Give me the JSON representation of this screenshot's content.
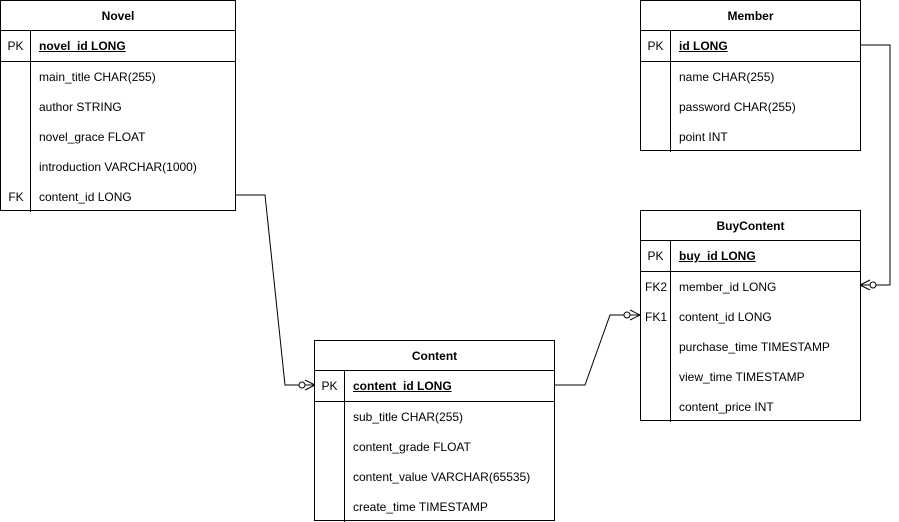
{
  "entities": {
    "novel": {
      "title": "Novel",
      "pk": {
        "key": "PK",
        "label": "novel_id LONG"
      },
      "fields": [
        {
          "key": "",
          "label": "main_title CHAR(255)"
        },
        {
          "key": "",
          "label": "author STRING"
        },
        {
          "key": "",
          "label": "novel_grace FLOAT"
        },
        {
          "key": "",
          "label": "introduction VARCHAR(1000)"
        },
        {
          "key": "FK",
          "label": "content_id LONG"
        }
      ]
    },
    "member": {
      "title": "Member",
      "pk": {
        "key": "PK",
        "label": "id LONG"
      },
      "fields": [
        {
          "key": "",
          "label": "name CHAR(255)"
        },
        {
          "key": "",
          "label": "password CHAR(255)"
        },
        {
          "key": "",
          "label": "point INT"
        }
      ]
    },
    "buycontent": {
      "title": "BuyContent",
      "pk": {
        "key": "PK",
        "label": "buy_id LONG"
      },
      "fields": [
        {
          "key": "FK2",
          "label": "member_id LONG"
        },
        {
          "key": "FK1",
          "label": "content_id LONG"
        },
        {
          "key": "",
          "label": "purchase_time TIMESTAMP"
        },
        {
          "key": "",
          "label": "view_time TIMESTAMP"
        },
        {
          "key": "",
          "label": "content_price INT"
        }
      ]
    },
    "content": {
      "title": "Content",
      "pk": {
        "key": "PK",
        "label": "content_id LONG"
      },
      "fields": [
        {
          "key": "",
          "label": "sub_title CHAR(255)"
        },
        {
          "key": "",
          "label": "content_grade FLOAT"
        },
        {
          "key": "",
          "label": "content_value VARCHAR(65535)"
        },
        {
          "key": "",
          "label": "create_time TIMESTAMP"
        }
      ]
    }
  },
  "colors": {
    "line": "#000000",
    "background": "#ffffff"
  }
}
